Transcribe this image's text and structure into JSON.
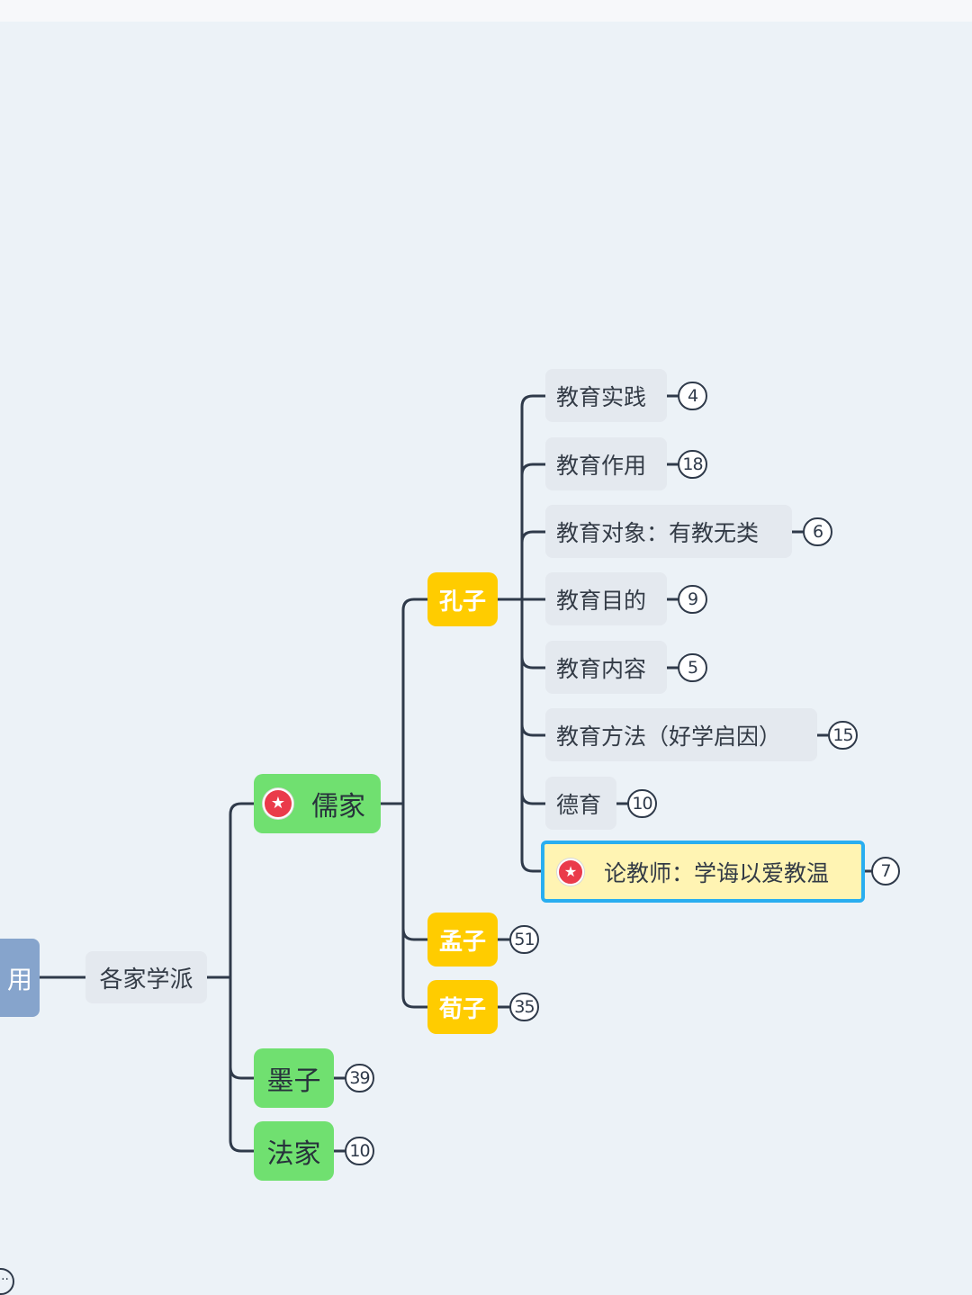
{
  "root": {
    "label": "用"
  },
  "branch": {
    "label": "各家学派"
  },
  "schools": {
    "rujia": {
      "label": "儒家",
      "icon": "star-icon"
    },
    "mozi": {
      "label": "墨子",
      "count": "39"
    },
    "fajia": {
      "label": "法家",
      "count": "10"
    }
  },
  "thinkers": {
    "kongzi": {
      "label": "孔子"
    },
    "mengzi": {
      "label": "孟子",
      "count": "51"
    },
    "xunzi": {
      "label": "荀子",
      "count": "35"
    }
  },
  "topics": [
    {
      "label": "教育实践",
      "count": "4"
    },
    {
      "label": "教育作用",
      "count": "18"
    },
    {
      "label": "教育对象：有教无类",
      "count": "6"
    },
    {
      "label": "教育目的",
      "count": "9"
    },
    {
      "label": "教育内容",
      "count": "5"
    },
    {
      "label": "教育方法（好学启因）",
      "count": "15"
    },
    {
      "label": "德育",
      "count": "10"
    },
    {
      "label": "论教师：学诲以爱教温",
      "count": "7",
      "icon": "star-icon",
      "selected": true
    }
  ],
  "more": {
    "label": "··"
  },
  "colors": {
    "background": "#ecf2f7",
    "connector": "#2f3a4a",
    "root": "#86a4cc",
    "school": "#70e070",
    "thinker": "#ffcc00",
    "leaf": "#e4e9ef",
    "selected_fill": "#fff4b3",
    "selected_border": "#29aef0",
    "star": "#ea3b4a"
  }
}
